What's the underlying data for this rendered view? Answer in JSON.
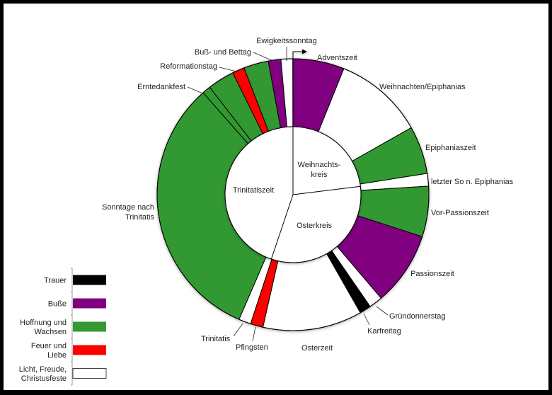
{
  "chart_data": {
    "type": "pie",
    "title": "",
    "unit": "degrees of the church year circle",
    "colors": {
      "Trauer": "#000000",
      "Buße": "#800080",
      "Hoffnung und Wachsen": "#339933",
      "Feuer und Liebe": "#ff0000",
      "Licht, Freude, Christusfeste": "#ffffff"
    },
    "outer_ring": [
      {
        "label": "Adventszeit",
        "span": 22,
        "category": "Buße"
      },
      {
        "label": "Weihnachten/Epiphanias",
        "span": 38.5,
        "category": "Licht, Freude, Christusfeste"
      },
      {
        "label": "Epiphaniaszeit",
        "span": 20.5,
        "category": "Hoffnung und Wachsen"
      },
      {
        "label": "letzter So n. Epiphanias",
        "span": 5.4,
        "category": "Licht, Freude, Christusfeste"
      },
      {
        "label": "Vor-Passionszeit",
        "span": 21.6,
        "category": "Hoffnung und Wachsen"
      },
      {
        "label": "Passionszeit",
        "span": 31.6,
        "category": "Buße"
      },
      {
        "label": "Gründonnerstag",
        "span": 5.8,
        "category": "Licht, Freude, Christusfeste"
      },
      {
        "label": "Karfreitag",
        "span": 4.9,
        "category": "Trauer"
      },
      {
        "label": "Osterzeit",
        "span": 42.5,
        "category": "Licht, Freude, Christusfeste"
      },
      {
        "label": "Pfingsten",
        "span": 5.4,
        "category": "Feuer und Liebe"
      },
      {
        "label": "Trinitatis",
        "span": 5.2,
        "category": "Licht, Freude, Christusfeste"
      },
      {
        "label": "Sonntage nach Trinitatis",
        "label_lines": [
          "Sonntage nach",
          "Trinitatis"
        ],
        "span": 115.2,
        "category": "Hoffnung und Wachsen"
      },
      {
        "label": "Erntedankfest",
        "span": 3.6,
        "category": "Hoffnung und Wachsen"
      },
      {
        "label": "",
        "span": 11.5,
        "category": "Hoffnung und Wachsen"
      },
      {
        "label": "Reformationstag",
        "span": 5.2,
        "category": "Feuer und Liebe"
      },
      {
        "label": "",
        "span": 10.6,
        "category": "Hoffnung und Wachsen"
      },
      {
        "label": "Buß- und Bettag",
        "span": 5.4,
        "category": "Buße"
      },
      {
        "label": "Ewigkeitssonntag",
        "span": 5,
        "category": "Licht, Freude, Christusfeste"
      }
    ],
    "inner_ring": [
      {
        "label": "Weihnachtskreis",
        "label_lines": [
          "Weihnachts-",
          "kreis"
        ],
        "span": 83
      },
      {
        "label": "Osterkreis",
        "span": 115.6
      },
      {
        "label": "Trinitatiszeit",
        "span": 161.4
      }
    ],
    "legend": {
      "placement": "bottom-left",
      "items": [
        {
          "label": "Trauer",
          "lines": [
            "Trauer"
          ]
        },
        {
          "label": "Buße",
          "lines": [
            "Buße"
          ]
        },
        {
          "label": "Hoffnung und Wachsen",
          "lines": [
            "Hoffnung und",
            "Wachsen"
          ]
        },
        {
          "label": "Feuer und Liebe",
          "lines": [
            "Feuer und",
            "Liebe"
          ]
        },
        {
          "label": "Licht, Freude, Christusfeste",
          "lines": [
            "Licht, Freude,",
            "Christusfeste"
          ]
        }
      ]
    }
  }
}
